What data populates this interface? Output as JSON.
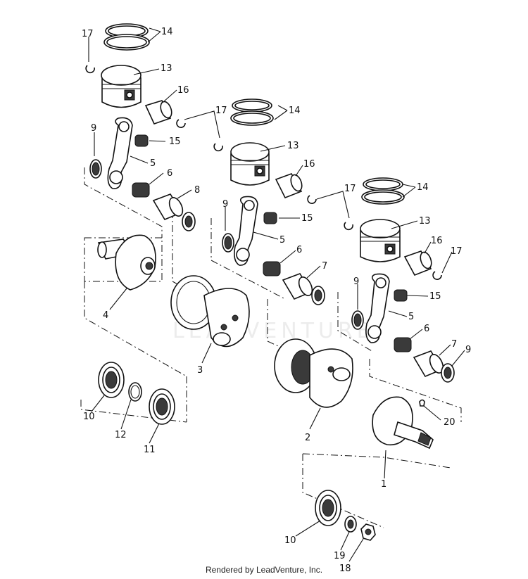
{
  "footer": "Rendered by LeadVenture, Inc.",
  "watermark": "LEADVENTURE",
  "callouts": [
    "17",
    "14",
    "13",
    "16",
    "9",
    "15",
    "5",
    "6",
    "8",
    "17",
    "14",
    "13",
    "16",
    "15",
    "5",
    "9",
    "6",
    "7",
    "17",
    "14",
    "13",
    "16",
    "17",
    "15",
    "9",
    "5",
    "6",
    "7",
    "9",
    "4",
    "3",
    "2",
    "20",
    "1",
    "10",
    "12",
    "11",
    "10",
    "19",
    "18"
  ]
}
